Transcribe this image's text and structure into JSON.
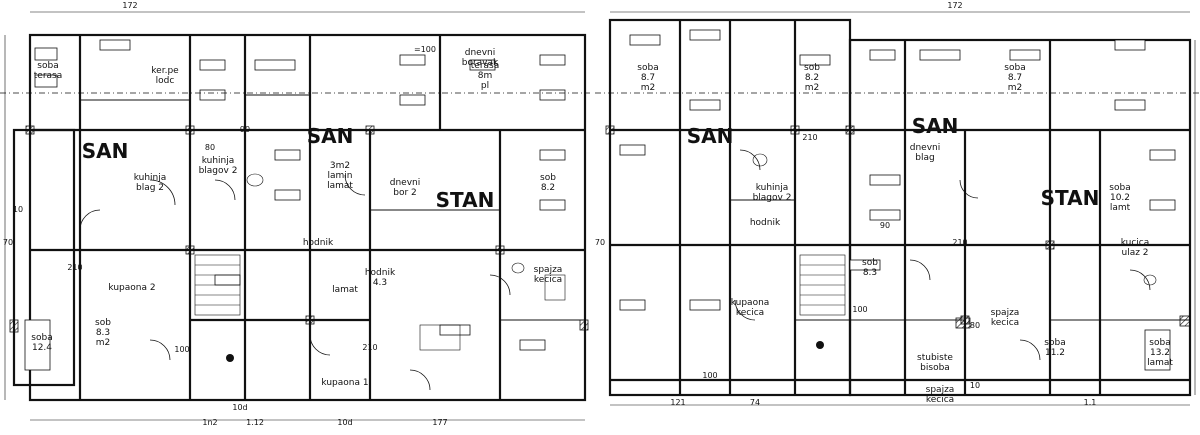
{
  "drawing": {
    "left_plan": {
      "rooms": [
        {
          "lines": [
            "soba",
            "terasa"
          ]
        },
        {
          "lines": [
            "ker.pe",
            "lodc"
          ]
        },
        {
          "lines": [
            "dnevni",
            "boravak"
          ]
        },
        {
          "lines": [
            "kuhinja",
            "blagov 2"
          ]
        },
        {
          "lines": [
            "3m2",
            "lamin",
            "lamat"
          ]
        },
        {
          "lines": [
            "lamat"
          ]
        },
        {
          "lines": [
            "dnevni",
            "bor 2"
          ]
        },
        {
          "lines": [
            "sob",
            "8.2"
          ]
        },
        {
          "lines": [
            "sob",
            "8.3",
            "m2"
          ]
        },
        {
          "lines": [
            "kupaona 1"
          ]
        },
        {
          "lines": [
            "kupaona 2"
          ]
        },
        {
          "lines": [
            "kuhinja",
            "blag 2"
          ]
        },
        {
          "lines": [
            "soba",
            "12.4"
          ]
        },
        {
          "lines": [
            "spajza",
            "kecica"
          ]
        },
        {
          "lines": [
            "hodnik"
          ]
        },
        {
          "lines": [
            "hodnik",
            "4.3"
          ]
        },
        {
          "lines": [
            "terasa",
            "8m",
            "pl"
          ]
        }
      ],
      "big_labels": [
        "SAN",
        "SAN",
        "STAN"
      ],
      "dims": [
        "210",
        "100",
        "=100",
        "80",
        "90",
        "210",
        "70",
        "10",
        "172",
        "10d",
        "1.12",
        "1n2",
        "10d",
        "177"
      ]
    },
    "right_plan": {
      "rooms": [
        {
          "lines": [
            "soba",
            "8.7",
            "m2"
          ]
        },
        {
          "lines": [
            "sob",
            "8.2",
            "m2"
          ]
        },
        {
          "lines": [
            "dnevni",
            "blag"
          ]
        },
        {
          "lines": [
            "soba",
            "8.7",
            "m2"
          ]
        },
        {
          "lines": [
            "kucica",
            "ulaz 2"
          ]
        },
        {
          "lines": [
            "kuhinja",
            "blagov 2"
          ]
        },
        {
          "lines": [
            "soba",
            "10.2",
            "lamt"
          ]
        },
        {
          "lines": [
            "sob",
            "8.3"
          ]
        },
        {
          "lines": [
            "kupaona",
            "kecica"
          ]
        },
        {
          "lines": [
            "spajza",
            "kecica"
          ]
        },
        {
          "lines": [
            "hodnik"
          ]
        },
        {
          "lines": [
            "stubiste",
            "bisoba"
          ]
        },
        {
          "lines": [
            "soba",
            "11.2"
          ]
        },
        {
          "lines": [
            "soba",
            "13.2",
            "lamat"
          ]
        },
        {
          "lines": [
            "spajza",
            "kecica"
          ]
        }
      ],
      "big_labels": [
        "SAN",
        "SAN",
        "STAN"
      ],
      "dims": [
        "210",
        "100",
        "80",
        "90",
        "210",
        "70",
        "172",
        "121",
        "74",
        "1.1",
        "100",
        "10"
      ]
    }
  }
}
